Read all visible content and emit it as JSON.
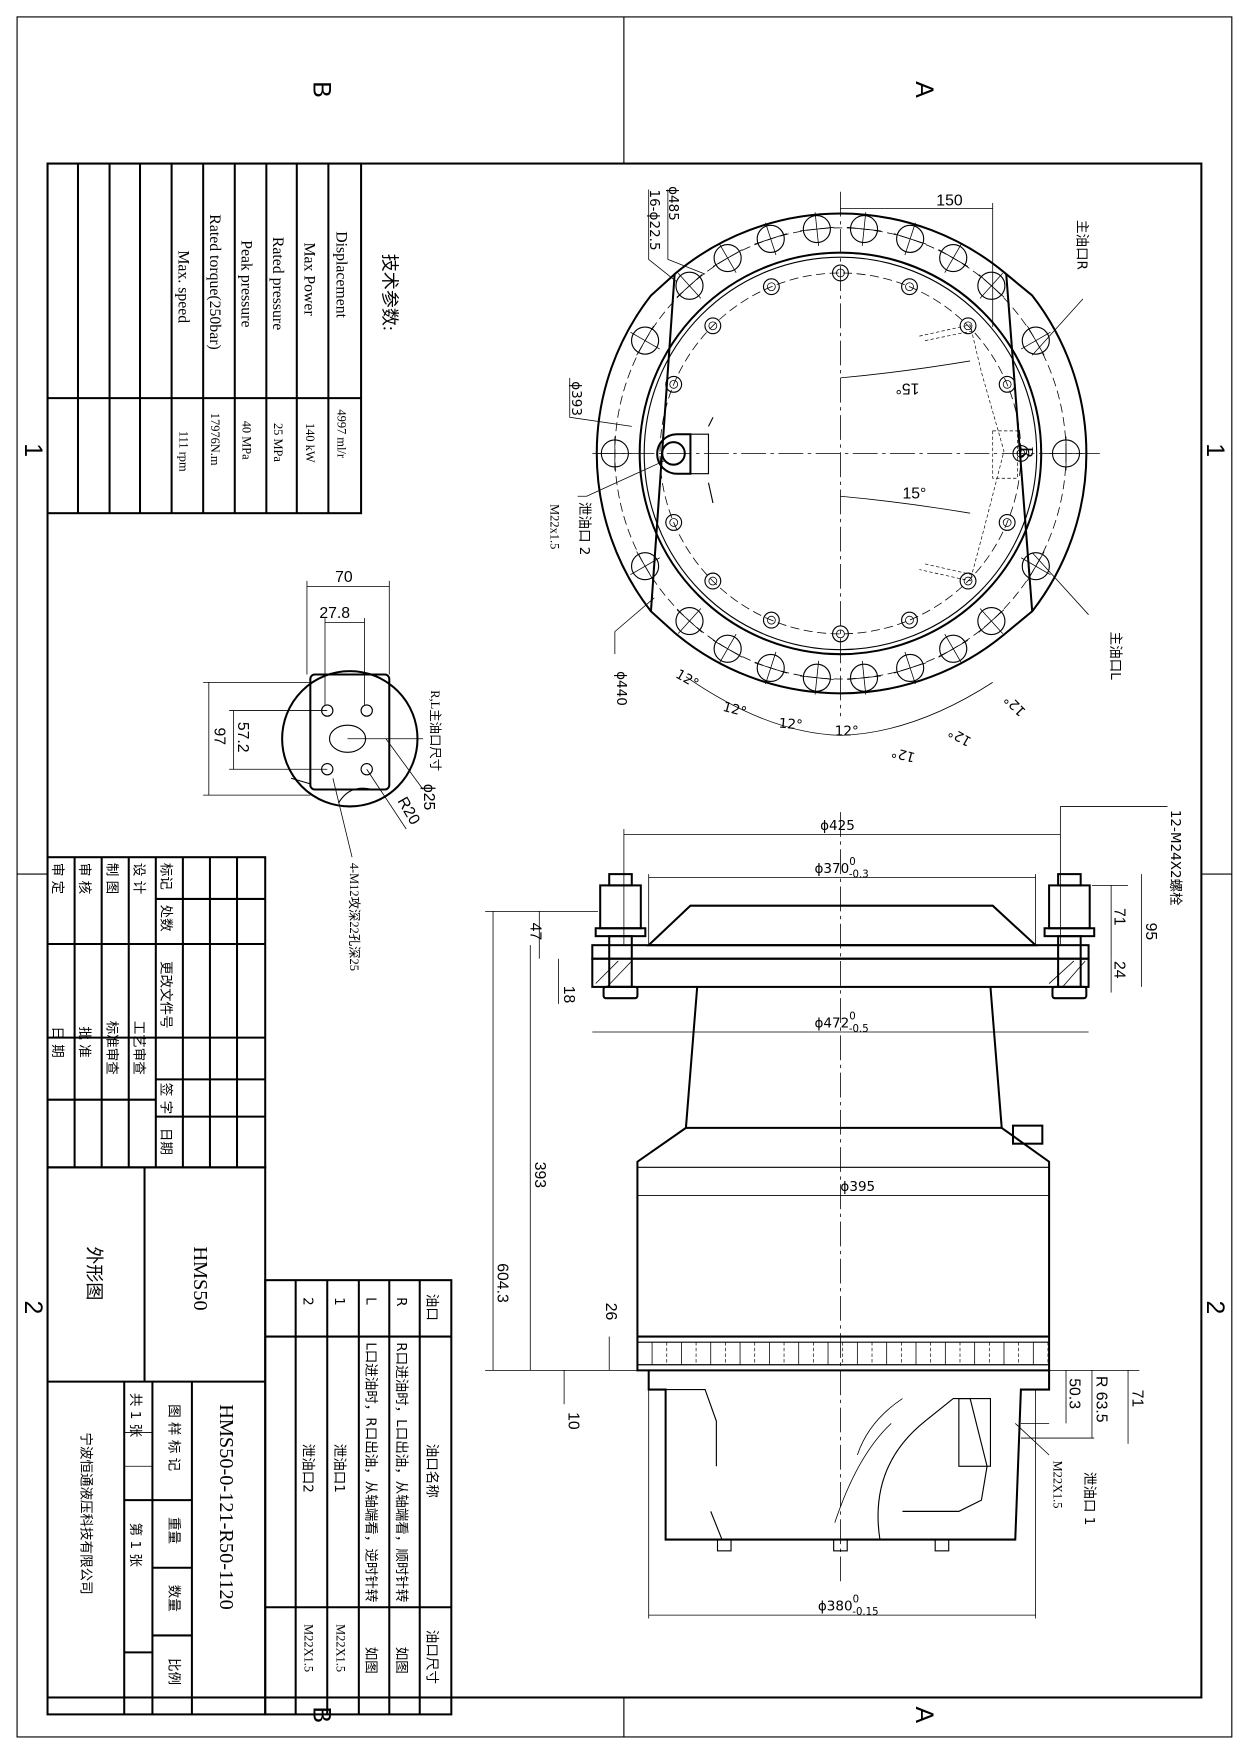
{
  "frame": {
    "zones_top": [
      "B",
      "A"
    ],
    "zones_bottom": [
      "B",
      "A"
    ],
    "rows_left": [
      "1",
      "2"
    ],
    "rows_right": [
      "1",
      "2"
    ]
  },
  "tech_params": {
    "title": "技术参数:",
    "rows": [
      {
        "label": "Displacement",
        "value": "4997 ml/r"
      },
      {
        "label": "Max Power",
        "value": "140 kW"
      },
      {
        "label": "Rated pressure",
        "value": "25 MPa"
      },
      {
        "label": "Peak pressure",
        "value": "40 MPa"
      },
      {
        "label": "Rated torque(250bar)",
        "value": "17976N.m"
      },
      {
        "label": "Max. speed",
        "value": "111 rpm"
      }
    ]
  },
  "revision_block": {
    "mark": "标记",
    "count": "处数",
    "change_doc": "更改文件号",
    "signature": "签 字",
    "date": "日期",
    "design": "设 计",
    "drafting": "制 图",
    "check": "审 核",
    "final_approval": "审 定",
    "process_review": "工艺审查",
    "standard_review": "标准审查",
    "approve": "批 准",
    "date2": "日 期"
  },
  "title_block": {
    "view_name": "外形图",
    "model": "HMS50",
    "drawing_no": "HMS50-0-121-R50-1120",
    "sample_mark": "图 样 标 记",
    "weight": "重量",
    "quantity": "数量",
    "scale": "比例",
    "sheets_total": "共  1  张",
    "sheet_no": "第  1  张",
    "company": "宁波恒通液压科技有限公司"
  },
  "oil_ports": {
    "headers": [
      "油口",
      "油口名称",
      "油口尺寸"
    ],
    "rows": [
      {
        "port": "R",
        "name": "R口进油时，L口出油，从轴端看，顺时针转",
        "size": "如图"
      },
      {
        "port": "L",
        "name": "L口进油时，R口出油，从轴端看，逆时针转",
        "size": "如图"
      },
      {
        "port": "1",
        "name": "泄油口1",
        "size": "M22X1.5"
      },
      {
        "port": "2",
        "name": "泄油口2",
        "size": "M22X1.5"
      }
    ]
  },
  "front_view": {
    "d485": "ϕ485",
    "holes": "16-ϕ22.5",
    "d393": "ϕ393",
    "d440": "ϕ440",
    "offset150": "150",
    "angle15a": "15°",
    "angle15b": "15°",
    "angle12": "12°",
    "main_port_r": "主油口R",
    "main_port_l": "主油口L",
    "port_r_mark": "R",
    "drain2": "泄油口 2",
    "drain2_thread": "M22x1.5"
  },
  "detail_view": {
    "w70": "70",
    "w27_8": "27.8",
    "h97": "97",
    "h57_2": "57.2",
    "title": "R,L主油口尺寸",
    "d25": "ϕ25",
    "r20": "R20",
    "threads": "4-M12攻深22孔深25"
  },
  "side_view": {
    "d425": "ϕ425",
    "d370": "ϕ370",
    "d370_up": "0",
    "d370_low": "-0.3",
    "d472": "ϕ472",
    "d472_up": "0",
    "d472_low": "-0.5",
    "d395": "ϕ395",
    "d380": "ϕ380",
    "d380_up": "0",
    "d380_low": "-0.15",
    "studs": "12-M24X2螺栓",
    "h47": "47",
    "h18": "18",
    "h71": "71",
    "h95": "95",
    "h24": "24",
    "h393": "393",
    "h604_3": "604.3",
    "h26": "26",
    "h10": "10",
    "r63_5": "R 63.5",
    "h50_3": "50.3",
    "h71b": "71",
    "drain1": "泄油口 1",
    "drain1_thread": "M22X1.5"
  }
}
